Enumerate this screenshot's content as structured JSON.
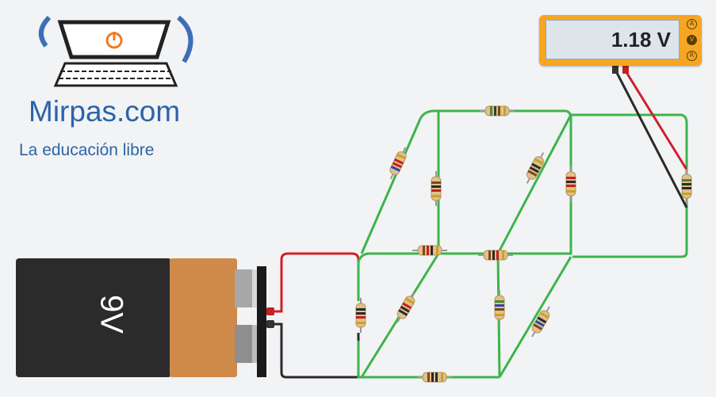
{
  "brand": {
    "name": "Mirpas.com",
    "tagline": "La educación libre"
  },
  "battery": {
    "label": "9V"
  },
  "multimeter": {
    "reading": "1.18 V",
    "modes": [
      "A",
      "V",
      "R"
    ],
    "active_mode": "V"
  },
  "colors": {
    "wire_green": "#3cb44b",
    "wire_red": "#d0202a",
    "wire_black": "#2a2a2a",
    "meter_body": "#f5a623",
    "brand_blue": "#2b64a8"
  },
  "resistors": [
    {
      "id": "r1",
      "bands": [
        "#4d8a2a",
        "#3a3a3a",
        "#7a4a1a"
      ]
    },
    {
      "id": "r2",
      "bands": [
        "#2848b8",
        "#c42020",
        "#c42020"
      ]
    },
    {
      "id": "r3",
      "bands": [
        "#7a4a1a",
        "#2a2a2a",
        "#c42020"
      ]
    },
    {
      "id": "r4",
      "bands": [
        "#7a4a1a",
        "#2a2a2a",
        "#2a2a2a"
      ]
    },
    {
      "id": "r5",
      "bands": [
        "#c42020",
        "#2a2a2a",
        "#c42020"
      ]
    },
    {
      "id": "r6",
      "bands": [
        "#4d8a2a",
        "#2a2a2a",
        "#2a2a2a"
      ]
    },
    {
      "id": "r7",
      "bands": [
        "#7a4a1a",
        "#c42020",
        "#2a2a2a"
      ]
    },
    {
      "id": "r8",
      "bands": [
        "#7a4a1a",
        "#2a2a2a",
        "#c42020"
      ]
    },
    {
      "id": "r9",
      "bands": [
        "#2a2a2a",
        "#2a2a2a",
        "#c42020"
      ]
    },
    {
      "id": "r10",
      "bands": [
        "#2a2a2a",
        "#2a2a2a",
        "#c42020"
      ]
    },
    {
      "id": "r11",
      "bands": [
        "#4d8a2a",
        "#2848b8",
        "#7a4a1a"
      ]
    },
    {
      "id": "r12",
      "bands": [
        "#7a4a1a",
        "#2848b8",
        "#2a2a2a"
      ]
    },
    {
      "id": "r13",
      "bands": [
        "#7a4a1a",
        "#2a2a2a",
        "#2a2a2a"
      ]
    },
    {
      "id": "r14",
      "bands": [
        "#7a4a1a",
        "#2a2a2a",
        "#c42020"
      ]
    }
  ]
}
